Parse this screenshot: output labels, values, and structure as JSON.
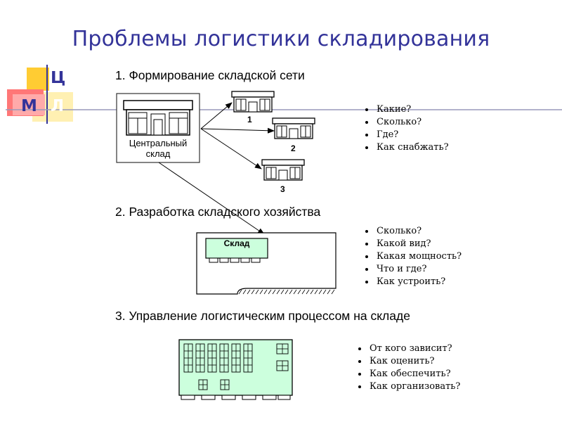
{
  "title": "Проблемы логистики складирования",
  "logo": {
    "letters": [
      "Ц",
      "М",
      "Л"
    ],
    "colors": {
      "yellow": "#ffcc33",
      "red": "#ff5555",
      "blue": "#333399",
      "pink": "#ff9999"
    }
  },
  "section1": {
    "title": "1. Формирование складской сети",
    "central_label_line1": "Центральный",
    "central_label_line2": "склад",
    "warehouse_numbers": [
      "1",
      "2",
      "3"
    ],
    "questions": [
      "Какие?",
      "Сколько?",
      "Где?",
      "Как снабжать?"
    ]
  },
  "section2": {
    "title": "2. Разработка складского хозяйства",
    "storage_label": "Склад",
    "questions": [
      "Сколько?",
      "Какой вид?",
      "Какая мощность?",
      "Что и где?",
      "Как устроить?"
    ]
  },
  "section3": {
    "title": "3. Управление логистическим процессом на складе",
    "questions": [
      "От кого зависит?",
      "Как оценить?",
      "Как обеспечить?",
      "Как организовать?"
    ]
  },
  "colors": {
    "title": "#333399",
    "accent_fill": "#ccffdd",
    "building_fill": "#ffffff"
  }
}
